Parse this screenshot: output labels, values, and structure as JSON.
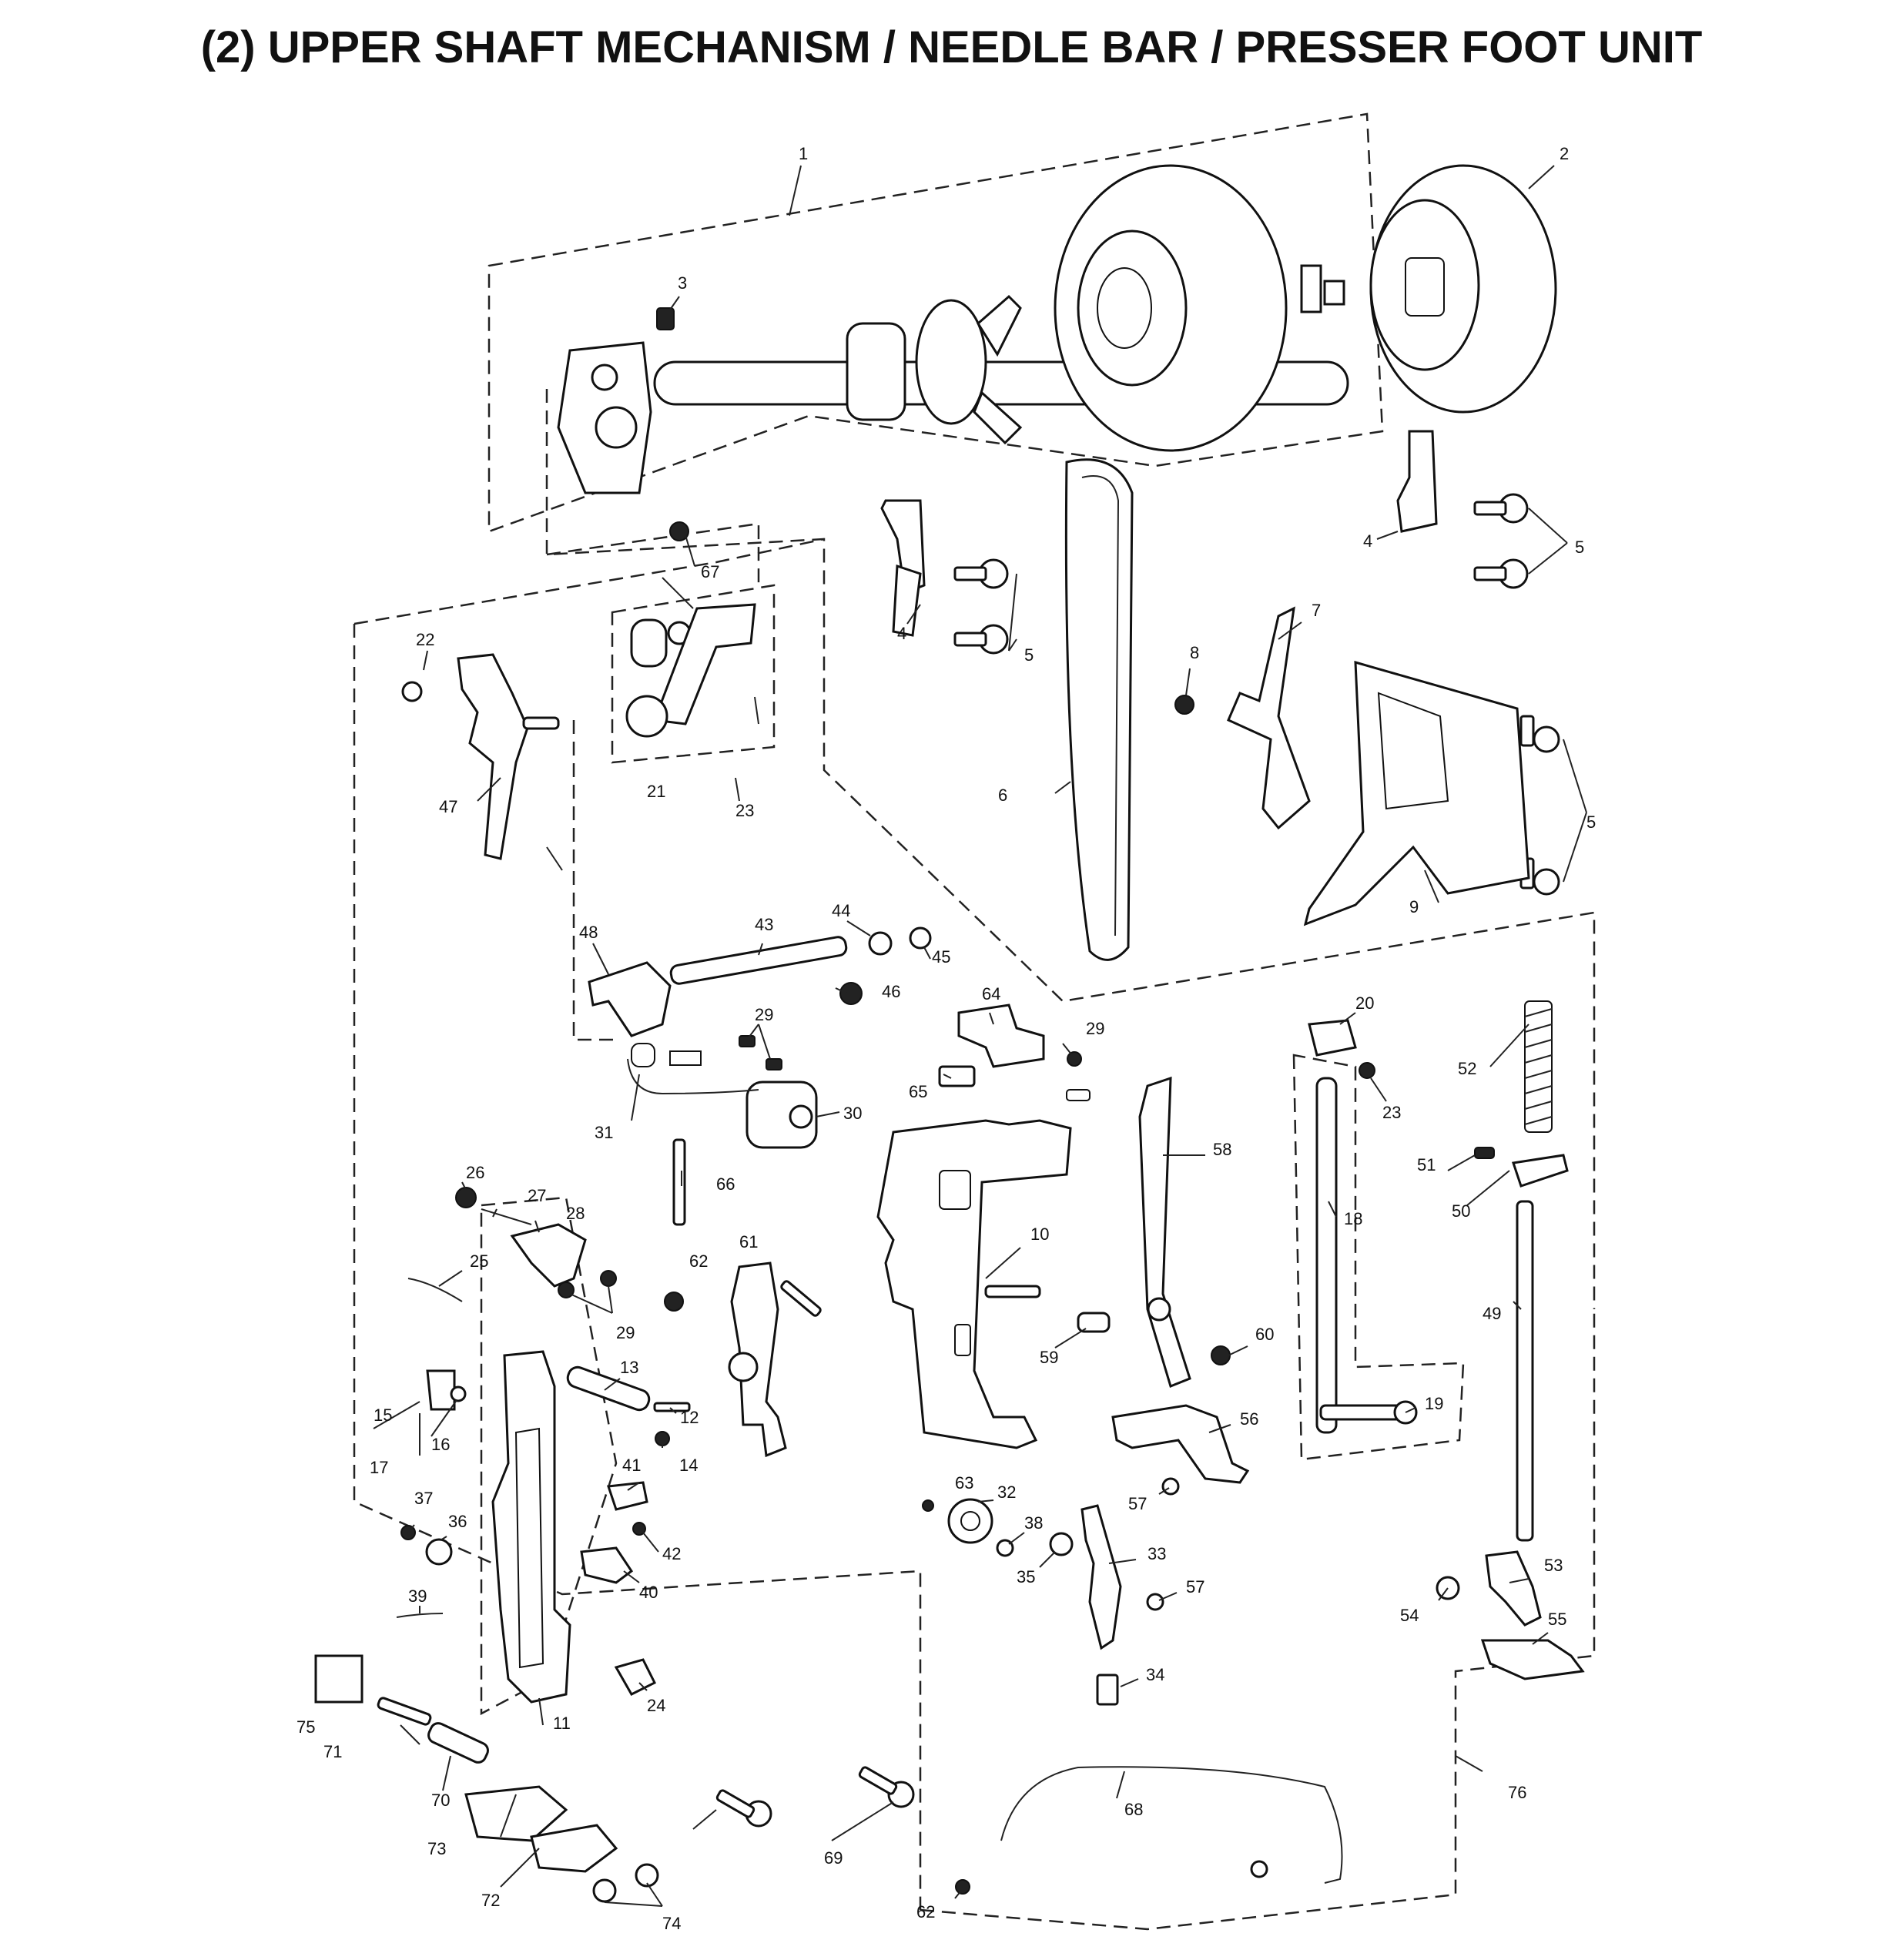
{
  "title": "(2) UPPER SHAFT MECHANISM / NEEDLE BAR / PRESSER FOOT UNIT",
  "callouts": {
    "c1": "1",
    "c2": "2",
    "c3": "3",
    "c4a": "4",
    "c4b": "4",
    "c5a": "5",
    "c5b": "5",
    "c5c": "5",
    "c6": "6",
    "c7": "7",
    "c8": "8",
    "c9": "9",
    "c10": "10",
    "c11": "11",
    "c12": "12",
    "c13": "13",
    "c14": "14",
    "c15": "15",
    "c16": "16",
    "c17": "17",
    "c18": "18",
    "c19": "19",
    "c20": "20",
    "c21": "21",
    "c22": "22",
    "c23a": "23",
    "c23b": "23",
    "c24": "24",
    "c25": "25",
    "c26": "26",
    "c27": "27",
    "c28": "28",
    "c29a": "29",
    "c29b": "29",
    "c29c": "29",
    "c30": "30",
    "c31": "31",
    "c32": "32",
    "c33": "33",
    "c34": "34",
    "c35": "35",
    "c36": "36",
    "c37": "37",
    "c38": "38",
    "c39": "39",
    "c40": "40",
    "c41": "41",
    "c42": "42",
    "c43": "43",
    "c44": "44",
    "c45": "45",
    "c46": "46",
    "c47": "47",
    "c48": "48",
    "c49": "49",
    "c50": "50",
    "c51": "51",
    "c52": "52",
    "c53": "53",
    "c54": "54",
    "c55": "55",
    "c56": "56",
    "c57a": "57",
    "c57b": "57",
    "c58": "58",
    "c59": "59",
    "c60": "60",
    "c61": "61",
    "c62a": "62",
    "c62b": "62",
    "c63": "63",
    "c64": "64",
    "c65": "65",
    "c66": "66",
    "c67": "67",
    "c68": "68",
    "c69": "69",
    "c70": "70",
    "c71": "71",
    "c72": "72",
    "c73": "73",
    "c74": "74",
    "c75": "75",
    "c76": "76"
  }
}
